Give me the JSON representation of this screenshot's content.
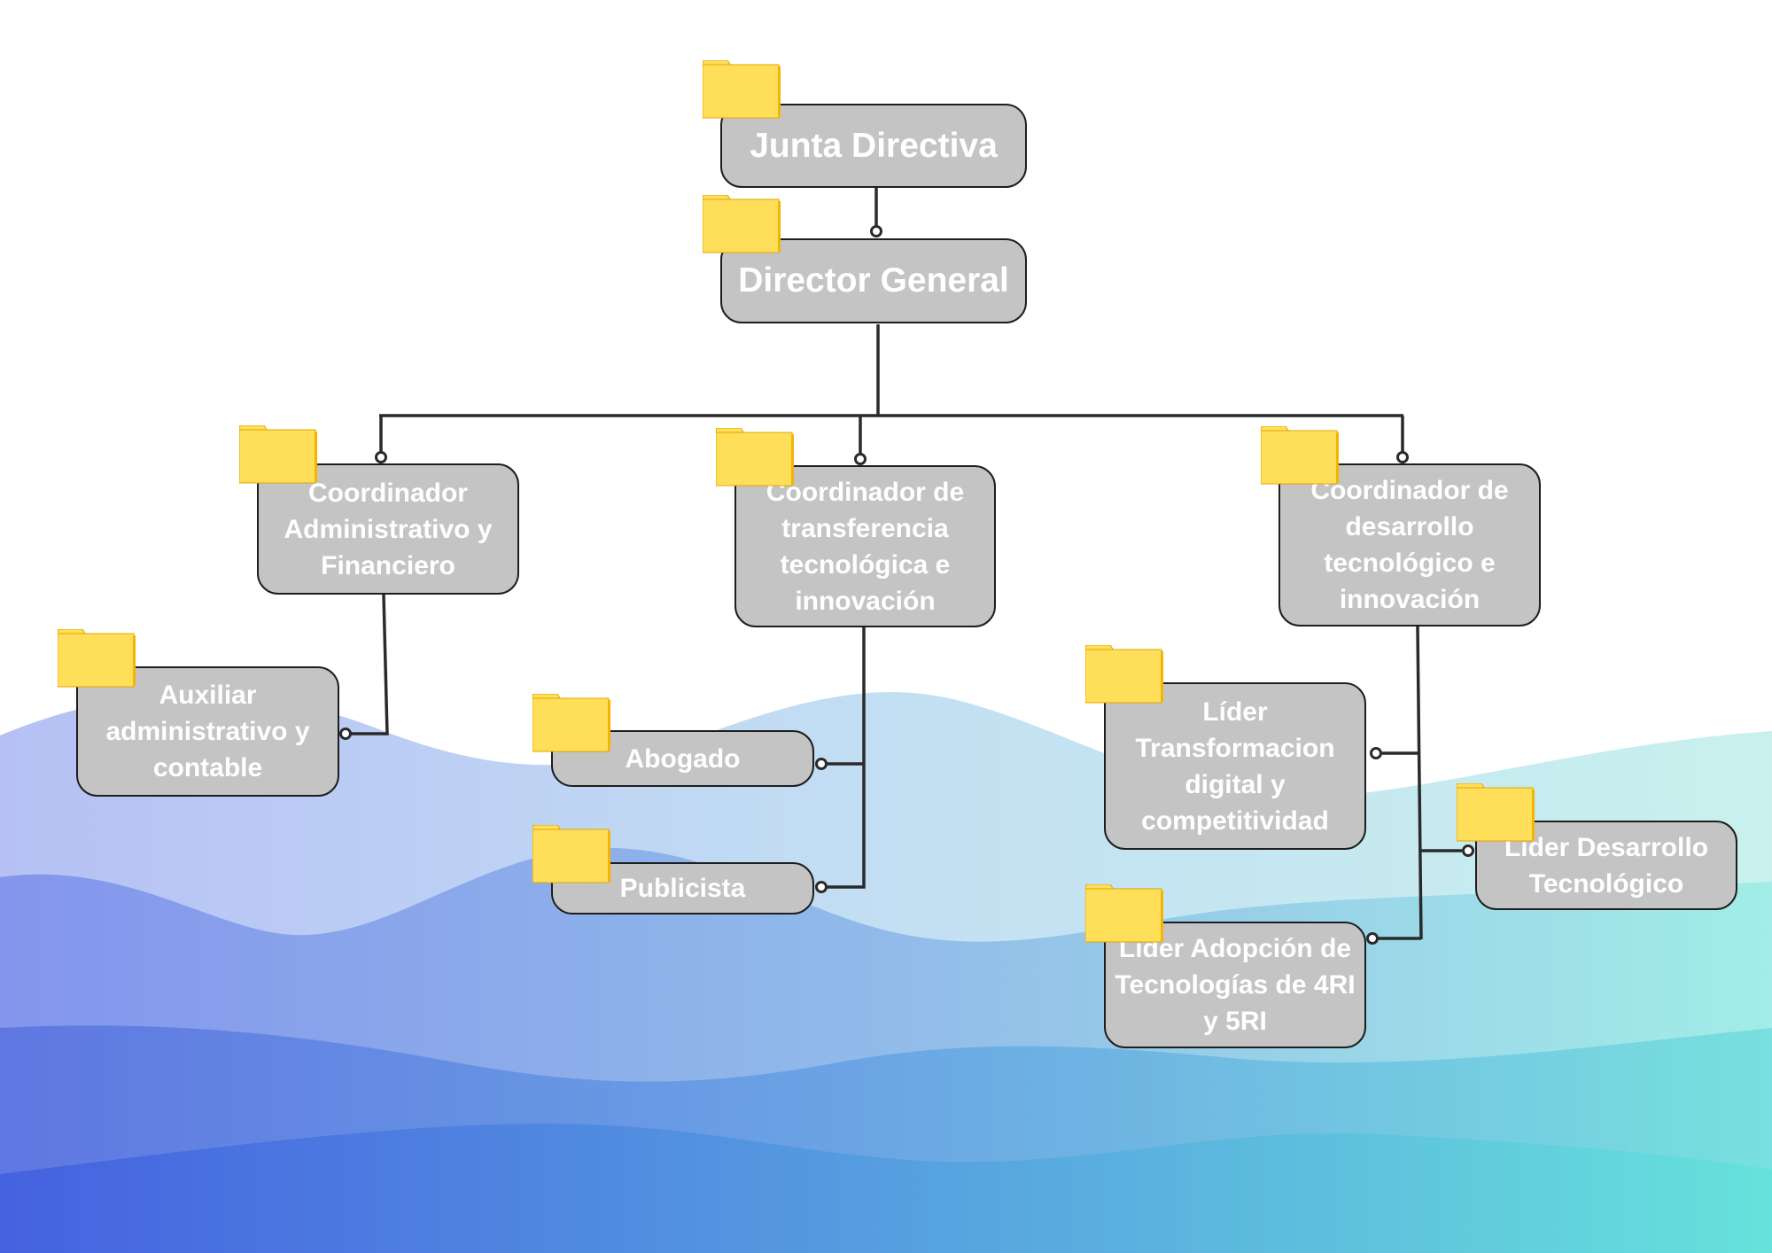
{
  "nodes": {
    "junta": "Junta Directiva",
    "director": "Director General",
    "coord_admin": "Coordinador Administrativo y Financiero",
    "coord_transfer": "Coordinador de transferencia tecnológica e innovación",
    "coord_desarrollo": "Coordinador de desarrollo tecnológico e innovación",
    "auxiliar": "Auxiliar administrativo y contable",
    "abogado": "Abogado",
    "publicista": "Publicista",
    "lider_transformacion": "Líder Transformacion digital y competitividad",
    "lider_desarrollo": "Líder Desarrollo Tecnológico",
    "lider_adopcion": "Líder Adopción de Tecnologías de 4RI y 5RI"
  },
  "colors": {
    "node_fill": "#c4c4c4",
    "node_border": "#1e1e1e",
    "node_text": "#ffffff",
    "connector": "#2a2a2a",
    "folder": "#ffdf5a",
    "folder_edge": "#e0a600",
    "wave_left": "#4a66e0",
    "wave_right": "#6ee6dc"
  }
}
